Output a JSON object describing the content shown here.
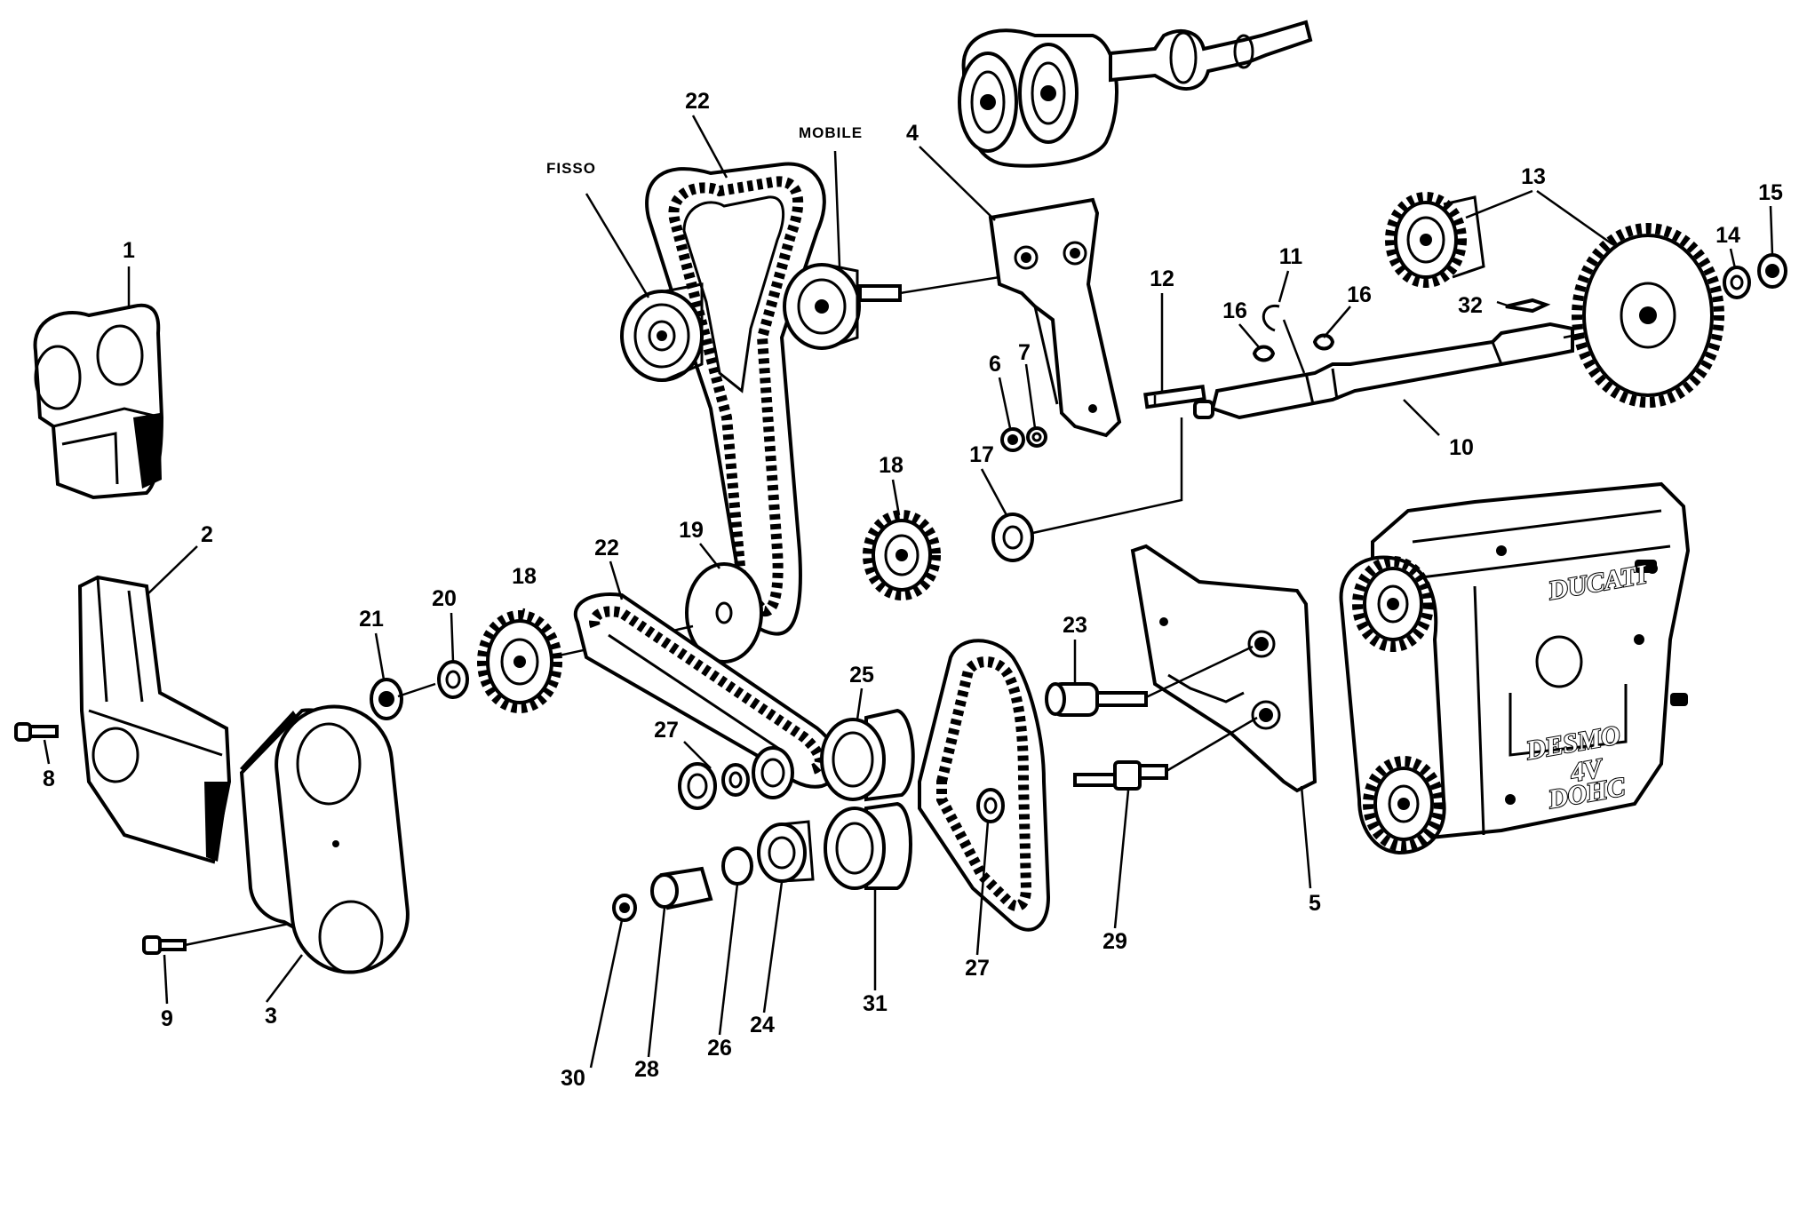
{
  "labels": {
    "p1": "1",
    "p2": "2",
    "p3": "3",
    "p4": "4",
    "p5": "5",
    "p6": "6",
    "p7": "7",
    "p8": "8",
    "p9": "9",
    "p10": "10",
    "p11": "11",
    "p12": "12",
    "p13": "13",
    "p14": "14",
    "p15": "15",
    "p16a": "16",
    "p16b": "16",
    "p17": "17",
    "p18a": "18",
    "p18b": "18",
    "p19": "19",
    "p20": "20",
    "p21": "21",
    "p22a": "22",
    "p22b": "22",
    "p23": "23",
    "p24": "24",
    "p25": "25",
    "p26": "26",
    "p27a": "27",
    "p27b": "27",
    "p28": "28",
    "p29": "29",
    "p30": "30",
    "p31": "31",
    "p32": "32"
  },
  "words": {
    "fisso": "FISSO",
    "mobile": "MOBILE"
  },
  "branding": {
    "line1": "DUCATI",
    "line2": "DESMO",
    "line3": "4V",
    "line4": "DOHC"
  }
}
